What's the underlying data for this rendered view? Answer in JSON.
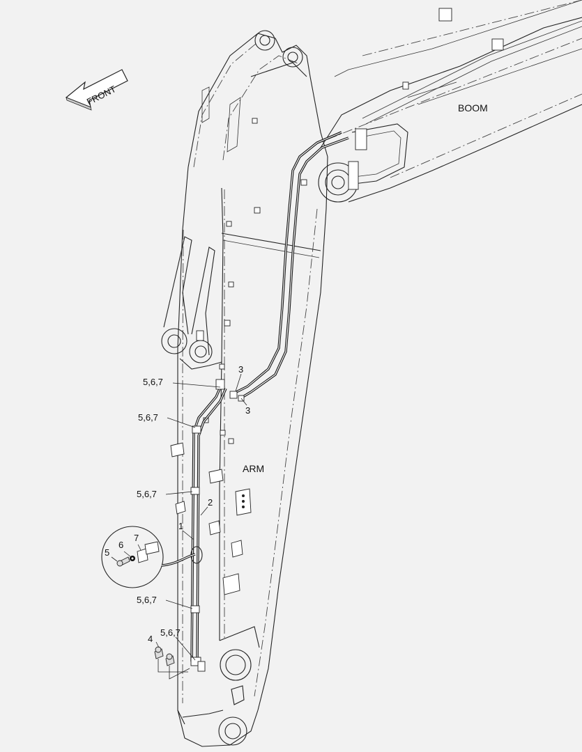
{
  "diagram": {
    "front_label": "FRONT",
    "boom_label": "BOOM",
    "arm_label": "ARM",
    "callouts": {
      "c1": "1",
      "c2": "2",
      "c3a": "3",
      "c3b": "3",
      "c4": "4",
      "c5": "5",
      "c6": "6",
      "c7": "7",
      "c567a": "5,6,7",
      "c567b": "5,6,7",
      "c567c": "5,6,7",
      "c567d": "5,6,7",
      "c567e": "5,6,7"
    }
  }
}
